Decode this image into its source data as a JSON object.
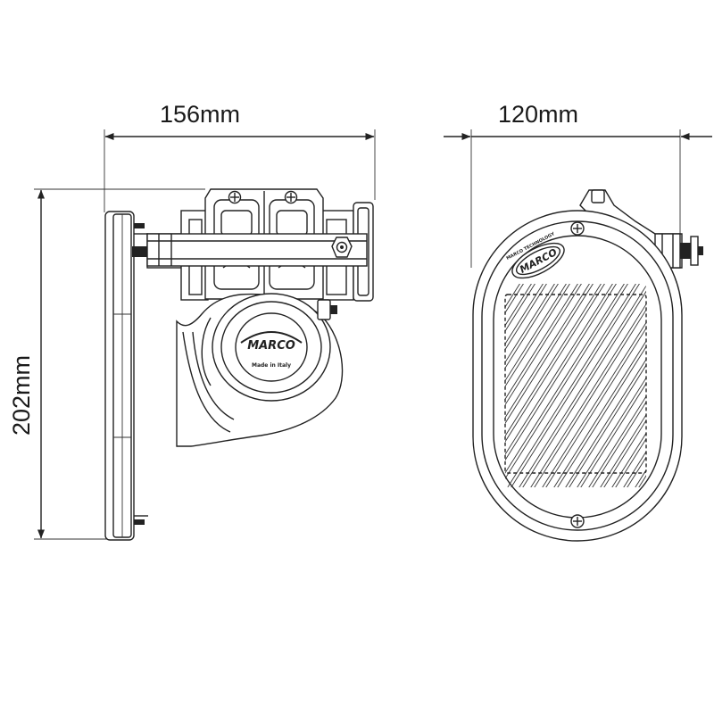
{
  "dimensions": {
    "side_width": "156mm",
    "front_width": "120mm",
    "height": "202mm"
  },
  "product": {
    "brand_side": "MARCO",
    "made_in": "Made in Italy",
    "brand_front": "MARCO",
    "front_caption": "MARCO TECHNOLOGY"
  }
}
